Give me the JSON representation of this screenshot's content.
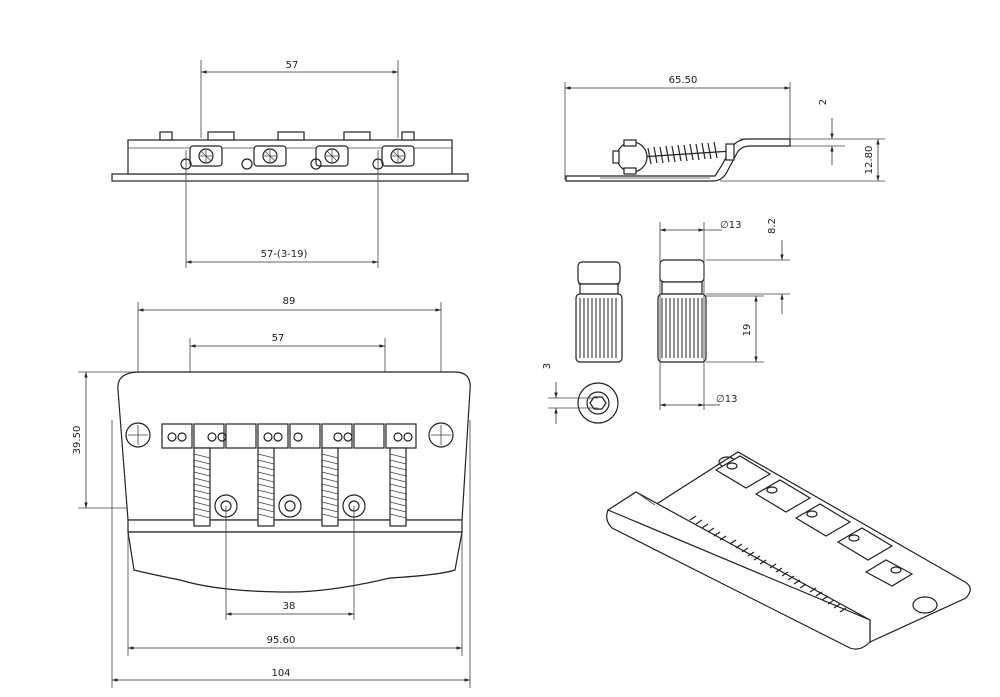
{
  "dimensions": {
    "top_saddle_spacing": "57",
    "top_adjust_range": "57-(3-19)",
    "overall_height_side": "65.50",
    "thickness": "2",
    "side_height": "12.80",
    "barrel_cap_height": "8.2",
    "barrel_diameter_top": "∅13",
    "barrel_length": "19",
    "barrel_diameter_bottom": "∅13",
    "hex_size": "3",
    "mount_spacing": "89",
    "saddle_spacing": "57",
    "plate_depth": "39.50",
    "hole_spacing": "38",
    "plate_inner_width": "95.60",
    "plate_overall_width": "104"
  }
}
